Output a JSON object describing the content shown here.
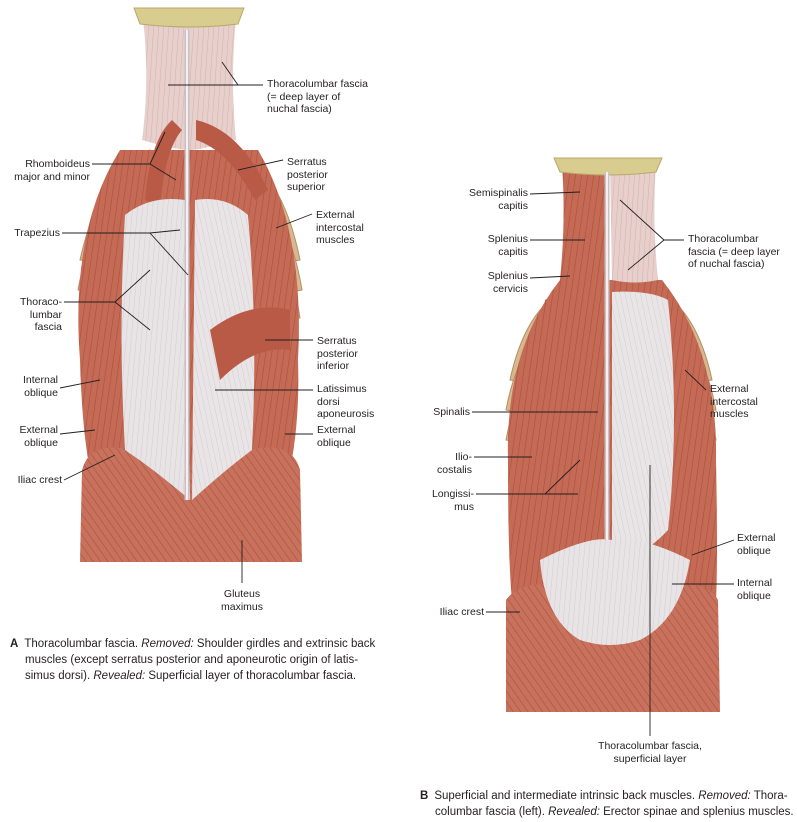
{
  "panel_a": {
    "labels": {
      "thoracolumbar_fascia_deep": "Thoracolumbar fascia\n(= deep layer of\nnuchal fascia)",
      "rhomboideus": "Rhomboideus\nmajor and minor",
      "serratus_posterior_superior": "Serratus\nposterior\nsuperior",
      "external_intercostal": "External\nintercostal\nmuscles",
      "trapezius": "Trapezius",
      "thoracolumbar_fascia": "Thoraco-\nlumbar\nfascia",
      "serratus_posterior_inferior": "Serratus\nposterior\ninferior",
      "internal_oblique": "Internal\noblique",
      "latissimus_aponeurosis": "Latissimus\ndorsi\naponeurosis",
      "external_oblique_left": "External\noblique",
      "external_oblique_right": "External\noblique",
      "iliac_crest": "Iliac crest",
      "gluteus_maximus": "Gluteus\nmaximus"
    },
    "caption": {
      "letter": "A",
      "line1_text": "Thoracolumbar fascia. ",
      "removed_label": "Removed:",
      "removed_text": " Shoulder girdles and extrinsic back",
      "line2": "muscles (except serratus posterior and aponeurotic origin of latis-",
      "line3_text": "simus dorsi). ",
      "revealed_label": "Revealed:",
      "revealed_text": " Superficial layer of thoracolumbar fascia."
    }
  },
  "panel_b": {
    "labels": {
      "semispinalis": "Semispinalis\ncapitis",
      "splenius_capitis": "Splenius\ncapitis",
      "splenius_cervicis": "Splenius\ncervicis",
      "thoracolumbar_fascia_deep": "Thoracolumbar\nfascia (= deep layer\nof nuchal fascia)",
      "external_intercostal": "External\nintercostal\nmuscles",
      "spinalis": "Spinalis",
      "iliocostalis": "Ilio-\ncostalis",
      "longissimus": "Longissi-\nmus",
      "external_oblique": "External\noblique",
      "internal_oblique": "Internal\noblique",
      "iliac_crest": "Iliac crest",
      "thoracolumbar_superficial": "Thoracolumbar fascia,\nsuperficial layer"
    },
    "caption": {
      "letter": "B",
      "line1_text": "Superficial and intermediate intrinsic back muscles. ",
      "removed_label": "Removed:",
      "removed_text": " Thora-",
      "line2_text": "columbar fascia (left). ",
      "revealed_label": "Revealed:",
      "revealed_text": " Erector spinae and splenius muscles."
    }
  },
  "colors": {
    "muscle": "#c9705a",
    "muscle_dark": "#a24c3a",
    "fascia": "#e6e2e4",
    "rib": "#d8b98f",
    "bone_cap": "#d9cc8f",
    "leader": "#231f20"
  }
}
